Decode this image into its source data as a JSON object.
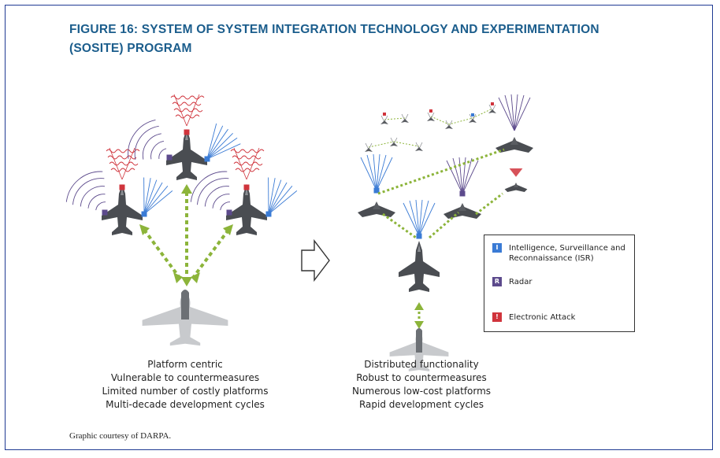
{
  "figure": {
    "title_line1": "FIGURE 16: SYSTEM OF SYSTEM INTEGRATION TECHNOLOGY AND EXPERIMENTATION",
    "title_line2": "(SOSITE) PROGRAM"
  },
  "left_panel": {
    "caption_lines": [
      "Platform centric",
      "Vulnerable to countermeasures",
      "Limited number of costly platforms",
      "Multi-decade development cycles"
    ]
  },
  "right_panel": {
    "caption_lines": [
      "Distributed functionality",
      "Robust to countermeasures",
      "Numerous low-cost platforms",
      "Rapid development cycles"
    ]
  },
  "legend": {
    "items": [
      {
        "glyph": "I",
        "label": "Intelligence, Surveillance and Reconnaissance (ISR)",
        "color": "#3a7bd5"
      },
      {
        "glyph": "R",
        "label": "Radar",
        "color": "#5c4a8c"
      },
      {
        "glyph": "!",
        "label": "Electronic Attack",
        "color": "#d0343c"
      }
    ]
  },
  "credit": "Graphic courtesy of DARPA.",
  "colors": {
    "title": "#1b5d8c",
    "frame": "#1f3a93",
    "link_arrow": "#8cb43a",
    "isr_beam": "#3a7bd5",
    "radar_beam": "#5c4a8c",
    "ea_beam": "#d0343c",
    "aircraft": "#4a4d52"
  }
}
